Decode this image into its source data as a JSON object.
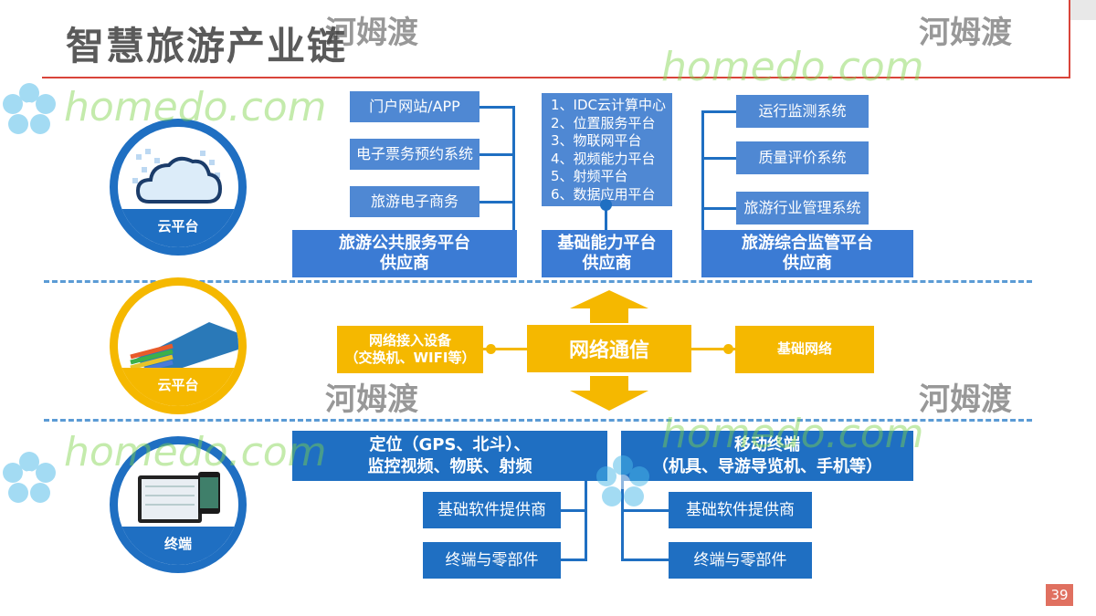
{
  "title": "智慧旅游产业链",
  "page_number": "39",
  "watermark": {
    "latin": "homedo.com",
    "cn": "河姆渡"
  },
  "circles": [
    {
      "label": "云平台"
    },
    {
      "label": "云平台"
    },
    {
      "label": "终端"
    }
  ],
  "top": {
    "public_service": {
      "items": [
        "门户网站/APP",
        "电子票务预约系统",
        "旅游电子商务"
      ],
      "platform": [
        "旅游公共服务平台",
        "供应商"
      ]
    },
    "basic_ability": {
      "items": [
        "1、IDC云计算中心",
        "2、位置服务平台",
        "3、物联网平台",
        "4、视频能力平台",
        "5、射频平台",
        "6、数据应用平台"
      ],
      "platform": [
        "基础能力平台",
        "供应商"
      ]
    },
    "supervision": {
      "items": [
        "运行监测系统",
        "质量评价系统",
        "旅游行业管理系统"
      ],
      "platform": [
        "旅游综合监管平台",
        "供应商"
      ]
    }
  },
  "middle": {
    "left": [
      "网络接入设备",
      "（交换机、WIFI等）"
    ],
    "center": "网络通信",
    "right": "基础网络"
  },
  "bottom": {
    "left": {
      "header": [
        "定位（GPS、北斗）、",
        "监控视频、物联、射频"
      ],
      "items": [
        "基础软件提供商",
        "终端与零部件"
      ]
    },
    "right": {
      "header": [
        "移动终端",
        "（机具、导游导览机、手机等）"
      ],
      "items": [
        "基础软件提供商",
        "终端与零部件"
      ]
    }
  }
}
